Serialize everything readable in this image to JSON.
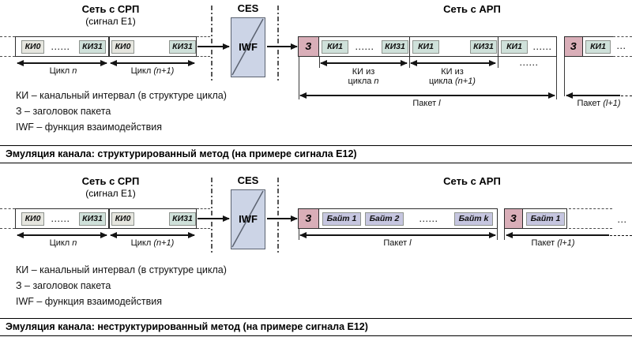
{
  "colors": {
    "cell_teal": "#cfe1da",
    "cell_gray": "#e6e6df",
    "cell_lavender": "#c6c6e0",
    "header_pink": "#d9aeb8",
    "iwf_box_blue": "#ccd4e6",
    "line_dark": "#2e2e2e",
    "background": "#ffffff"
  },
  "top": {
    "srp": {
      "title": "Сеть с СРП",
      "subtitle": "(сигнал Е1)",
      "cells": [
        "КИ0",
        "......",
        "КИ31",
        "КИ0",
        "КИ31"
      ],
      "cycle1_pre": "Цикл ",
      "cycle1_var": "n",
      "cycle2_pre": "Цикл ",
      "cycle2_var": "(n+1)"
    },
    "ces": {
      "title": "CES",
      "iwf": "IWF"
    },
    "arp": {
      "title": "Сеть с АРП",
      "header": "З",
      "cells": [
        "КИ1",
        "......",
        "КИ31",
        "КИ1",
        "КИ31",
        "КИ1",
        "......"
      ],
      "span1_line1": "КИ из",
      "span1_pre": "цикла ",
      "span1_var": "n",
      "span2_line1": "КИ из",
      "span2_pre": "цикла ",
      "span2_var": "(n+1)",
      "tail_dots": "......",
      "packet1_pre": "Пакет ",
      "packet1_var": "l",
      "packet2": {
        "header": "З",
        "cell": "КИ1",
        "dots": "...",
        "label_pre": "Пакет ",
        "label_var": "(l+1)"
      }
    },
    "legend": [
      "КИ – канальный интервал (в структуре цикла)",
      "З – заголовок пакета",
      "IWF – функция взаимодействия"
    ],
    "caption": "Эмуляция канала: структурированный метод (на примере сигнала Е12)"
  },
  "bottom": {
    "srp": {
      "title": "Сеть с СРП",
      "subtitle": "(сигнал Е1)",
      "cells": [
        "КИ0",
        "......",
        "КИ31",
        "КИ0",
        "КИ31"
      ],
      "cycle1_pre": "Цикл ",
      "cycle1_var": "n",
      "cycle2_pre": "Цикл ",
      "cycle2_var": "(n+1)"
    },
    "ces": {
      "title": "CES",
      "iwf": "IWF"
    },
    "arp": {
      "title": "Сеть с АРП",
      "header": "З",
      "cells": [
        "Байт 1",
        "Байт 2",
        "......",
        "Байт k"
      ],
      "packet1_pre": "Пакет ",
      "packet1_var": "l",
      "packet2": {
        "header": "З",
        "cell": "Байт 1",
        "dots": "...",
        "label_pre": "Пакет ",
        "label_var": "(l+1)"
      }
    },
    "legend": [
      "КИ – канальный интервал (в структуре цикла)",
      "З – заголовок пакета",
      "IWF – функция взаимодействия"
    ],
    "caption": "Эмуляция канала: неструктурированный метод (на примере сигнала Е12)"
  }
}
